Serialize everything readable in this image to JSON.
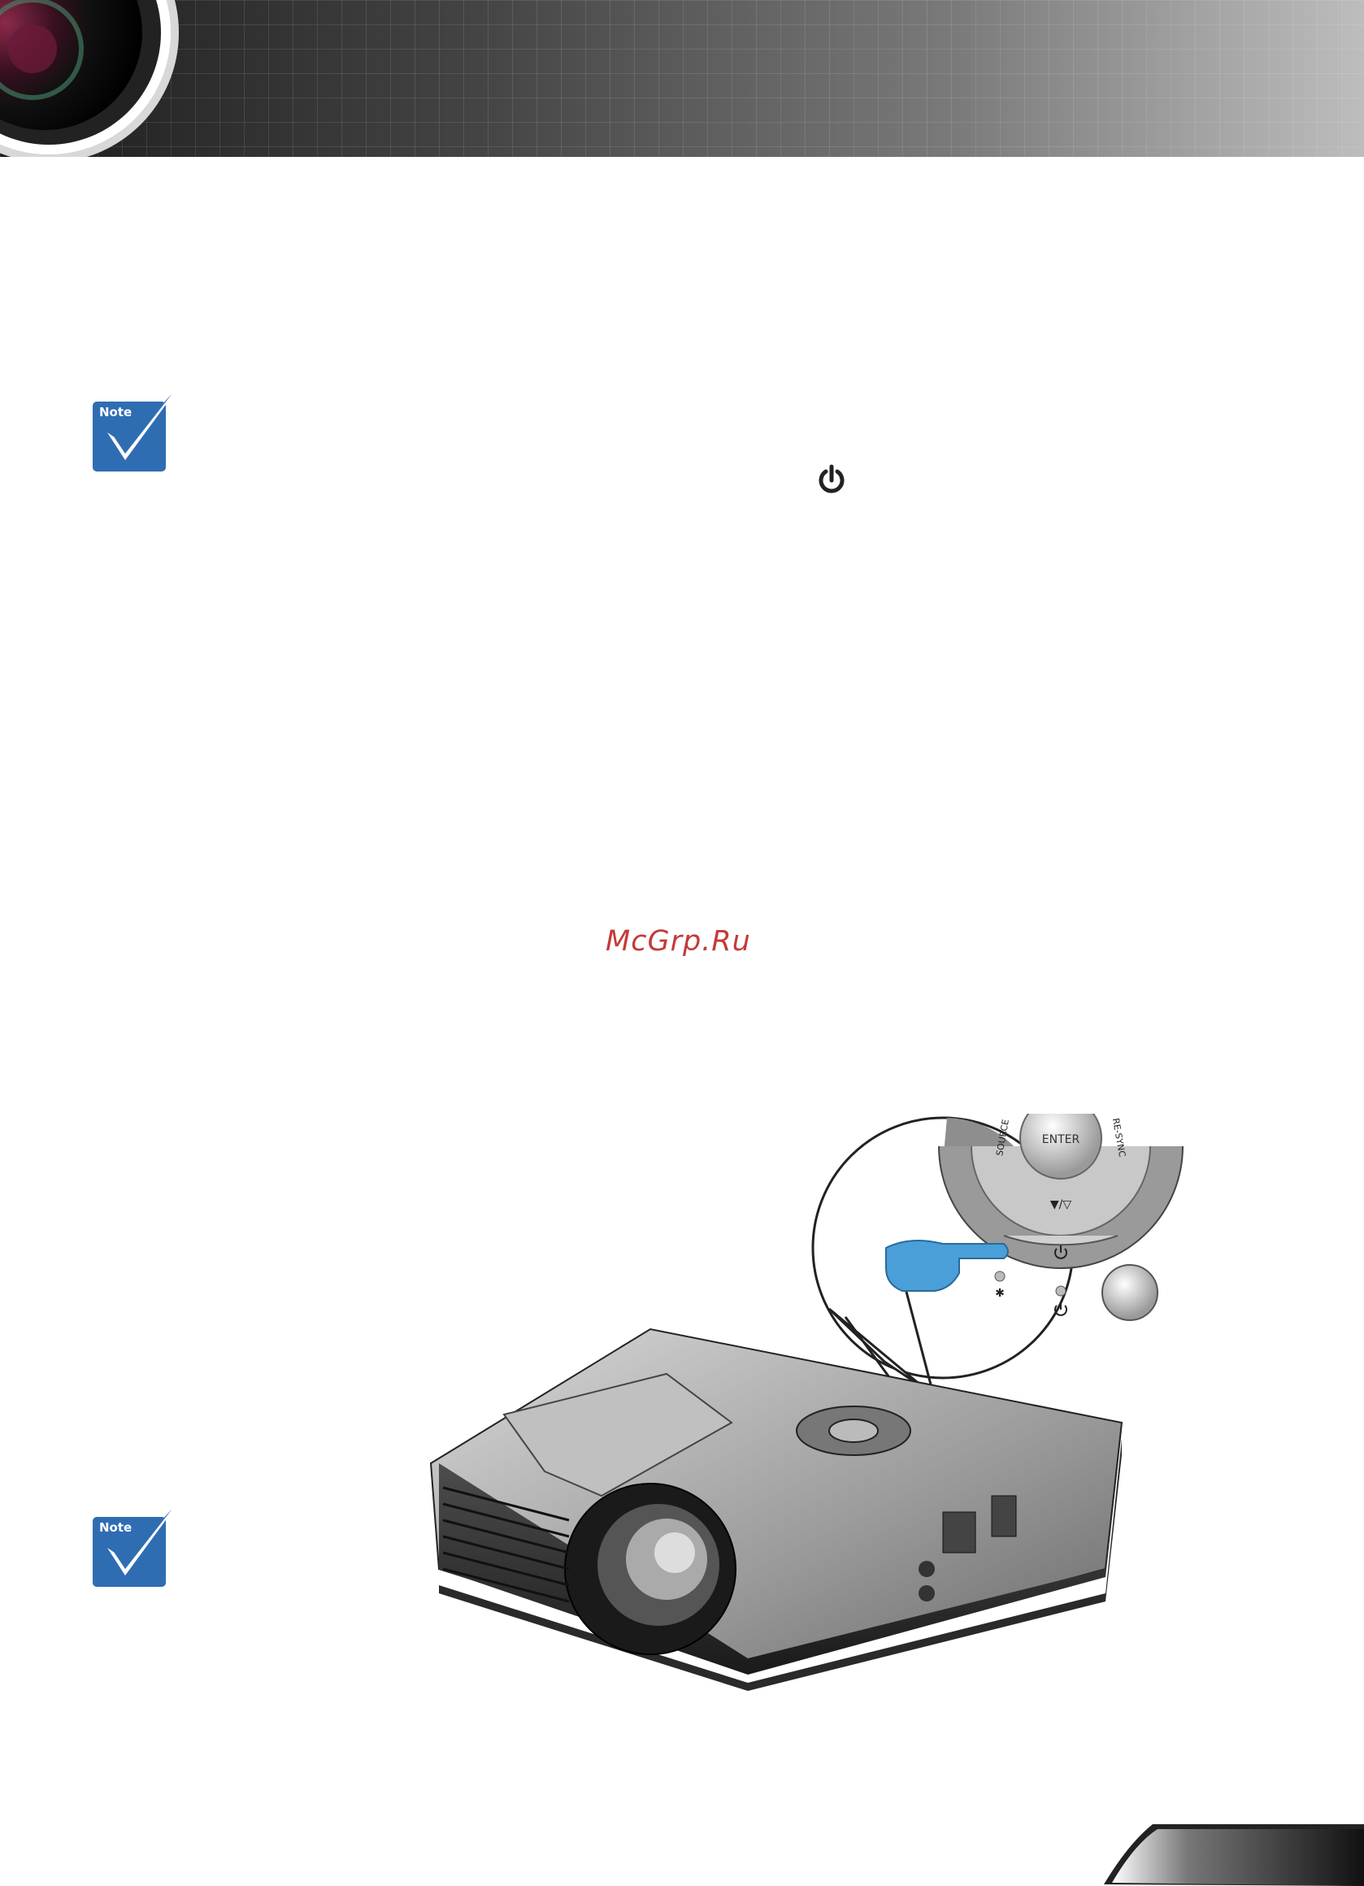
{
  "watermark": {
    "text": "McGrp.Ru"
  },
  "note_icons": [
    {
      "label": "Note"
    },
    {
      "label": "Note"
    }
  ],
  "control_panel": {
    "enter_label": "ENTER",
    "source_label": "SOURCE",
    "resync_label": "RE-SYNC",
    "keystone_label": "▼/▽"
  },
  "colors": {
    "note_blue": "#2f6db3",
    "hand_blue": "#4a9fd9",
    "watermark_red": "#c43a3a"
  },
  "icons": [
    "lens-icon",
    "note-icon",
    "power-icon",
    "lamp-led-icon",
    "power-led-icon",
    "pointing-hand-icon",
    "projector-icon"
  ]
}
